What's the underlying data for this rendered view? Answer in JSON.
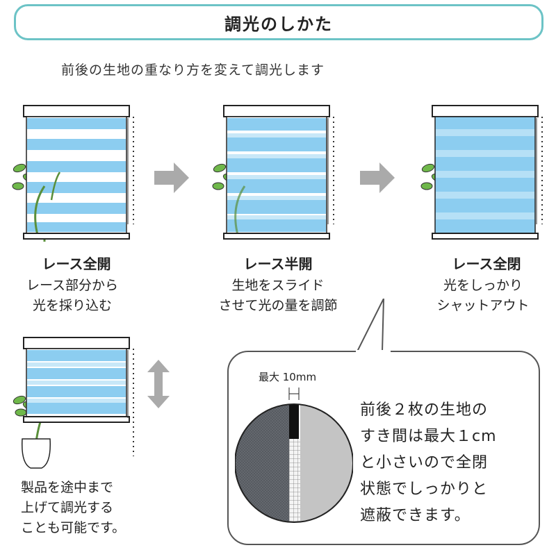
{
  "title": "調光のしかた",
  "subtitle": "前後の生地の重なり方を変えて調光します",
  "steps": [
    {
      "label": "レース全開",
      "desc": [
        "レース部分から",
        "光を採り込む"
      ]
    },
    {
      "label": "レース半開",
      "desc": [
        "生地をスライド",
        "させて光の量を調節"
      ]
    },
    {
      "label": "レース全閉",
      "desc": [
        "光をしっかり",
        "シャットアウト"
      ]
    }
  ],
  "partial": {
    "desc": [
      "製品を途中まで",
      "上げて調光する",
      "ことも可能です。"
    ]
  },
  "detail": {
    "measure_label": "最大 10mm",
    "text": [
      "前後２枚の生地の",
      "すき間は最大１cm",
      "と小さいので全閉",
      "状態でしっかりと",
      "遮蔽できます。"
    ]
  },
  "colors": {
    "accent": "#6cc3c6",
    "fabric_blue": "#8ccdf0",
    "fabric_light": "#c8e8f8",
    "arrow": "#aaaaaa"
  }
}
